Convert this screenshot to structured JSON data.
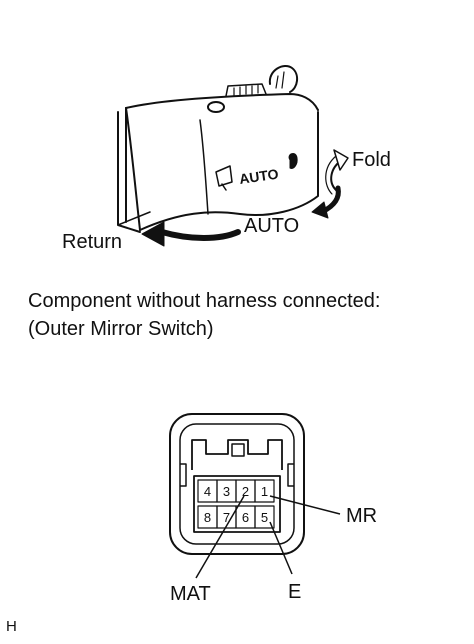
{
  "switch_illustration": {
    "switch_face_text": "AUTO",
    "fold_label": "Fold",
    "auto_label": "AUTO",
    "return_label": "Return"
  },
  "caption": {
    "line1": "Component without harness connected:",
    "line2": "(Outer Mirror Switch)"
  },
  "connector": {
    "pins_top": [
      "4",
      "3",
      "2",
      "1"
    ],
    "pins_bottom": [
      "8",
      "7",
      "6",
      "5"
    ],
    "labels": {
      "mr": "MR",
      "mat": "MAT",
      "e": "E"
    }
  },
  "corner_mark": "H"
}
